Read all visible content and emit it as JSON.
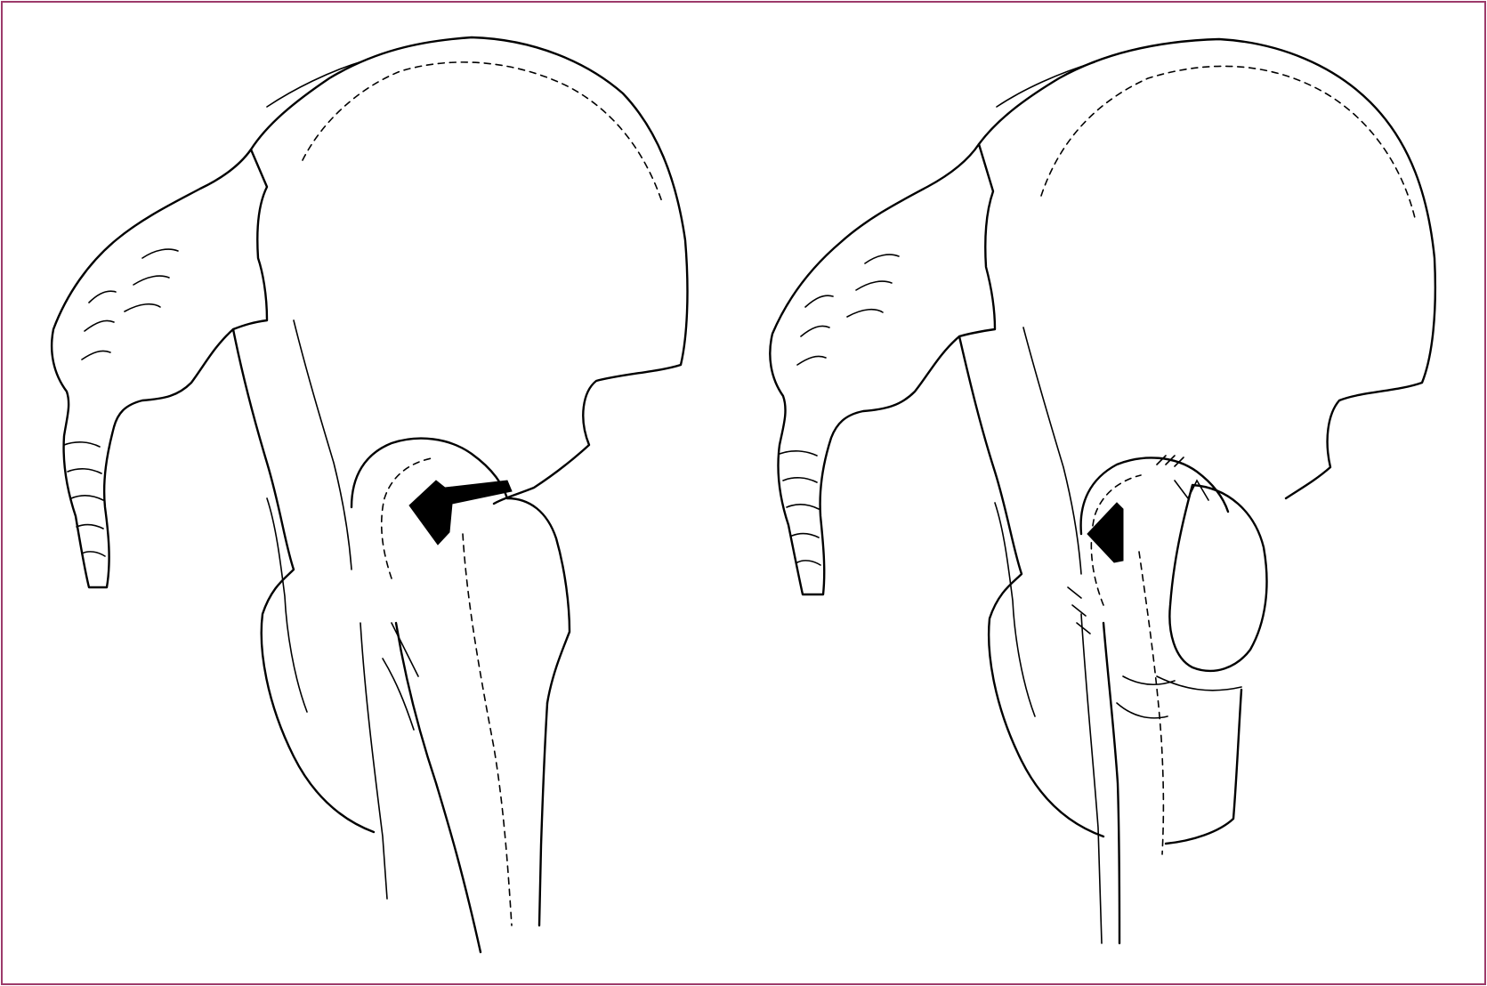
{
  "figure": {
    "border_color": "#9c3a6a",
    "line_color": "#000000",
    "background": "#ffffff",
    "panels": [
      {
        "subject": "pelvis-and-femur",
        "view": "left"
      },
      {
        "subject": "pelvis-and-femur",
        "view": "right"
      }
    ]
  }
}
